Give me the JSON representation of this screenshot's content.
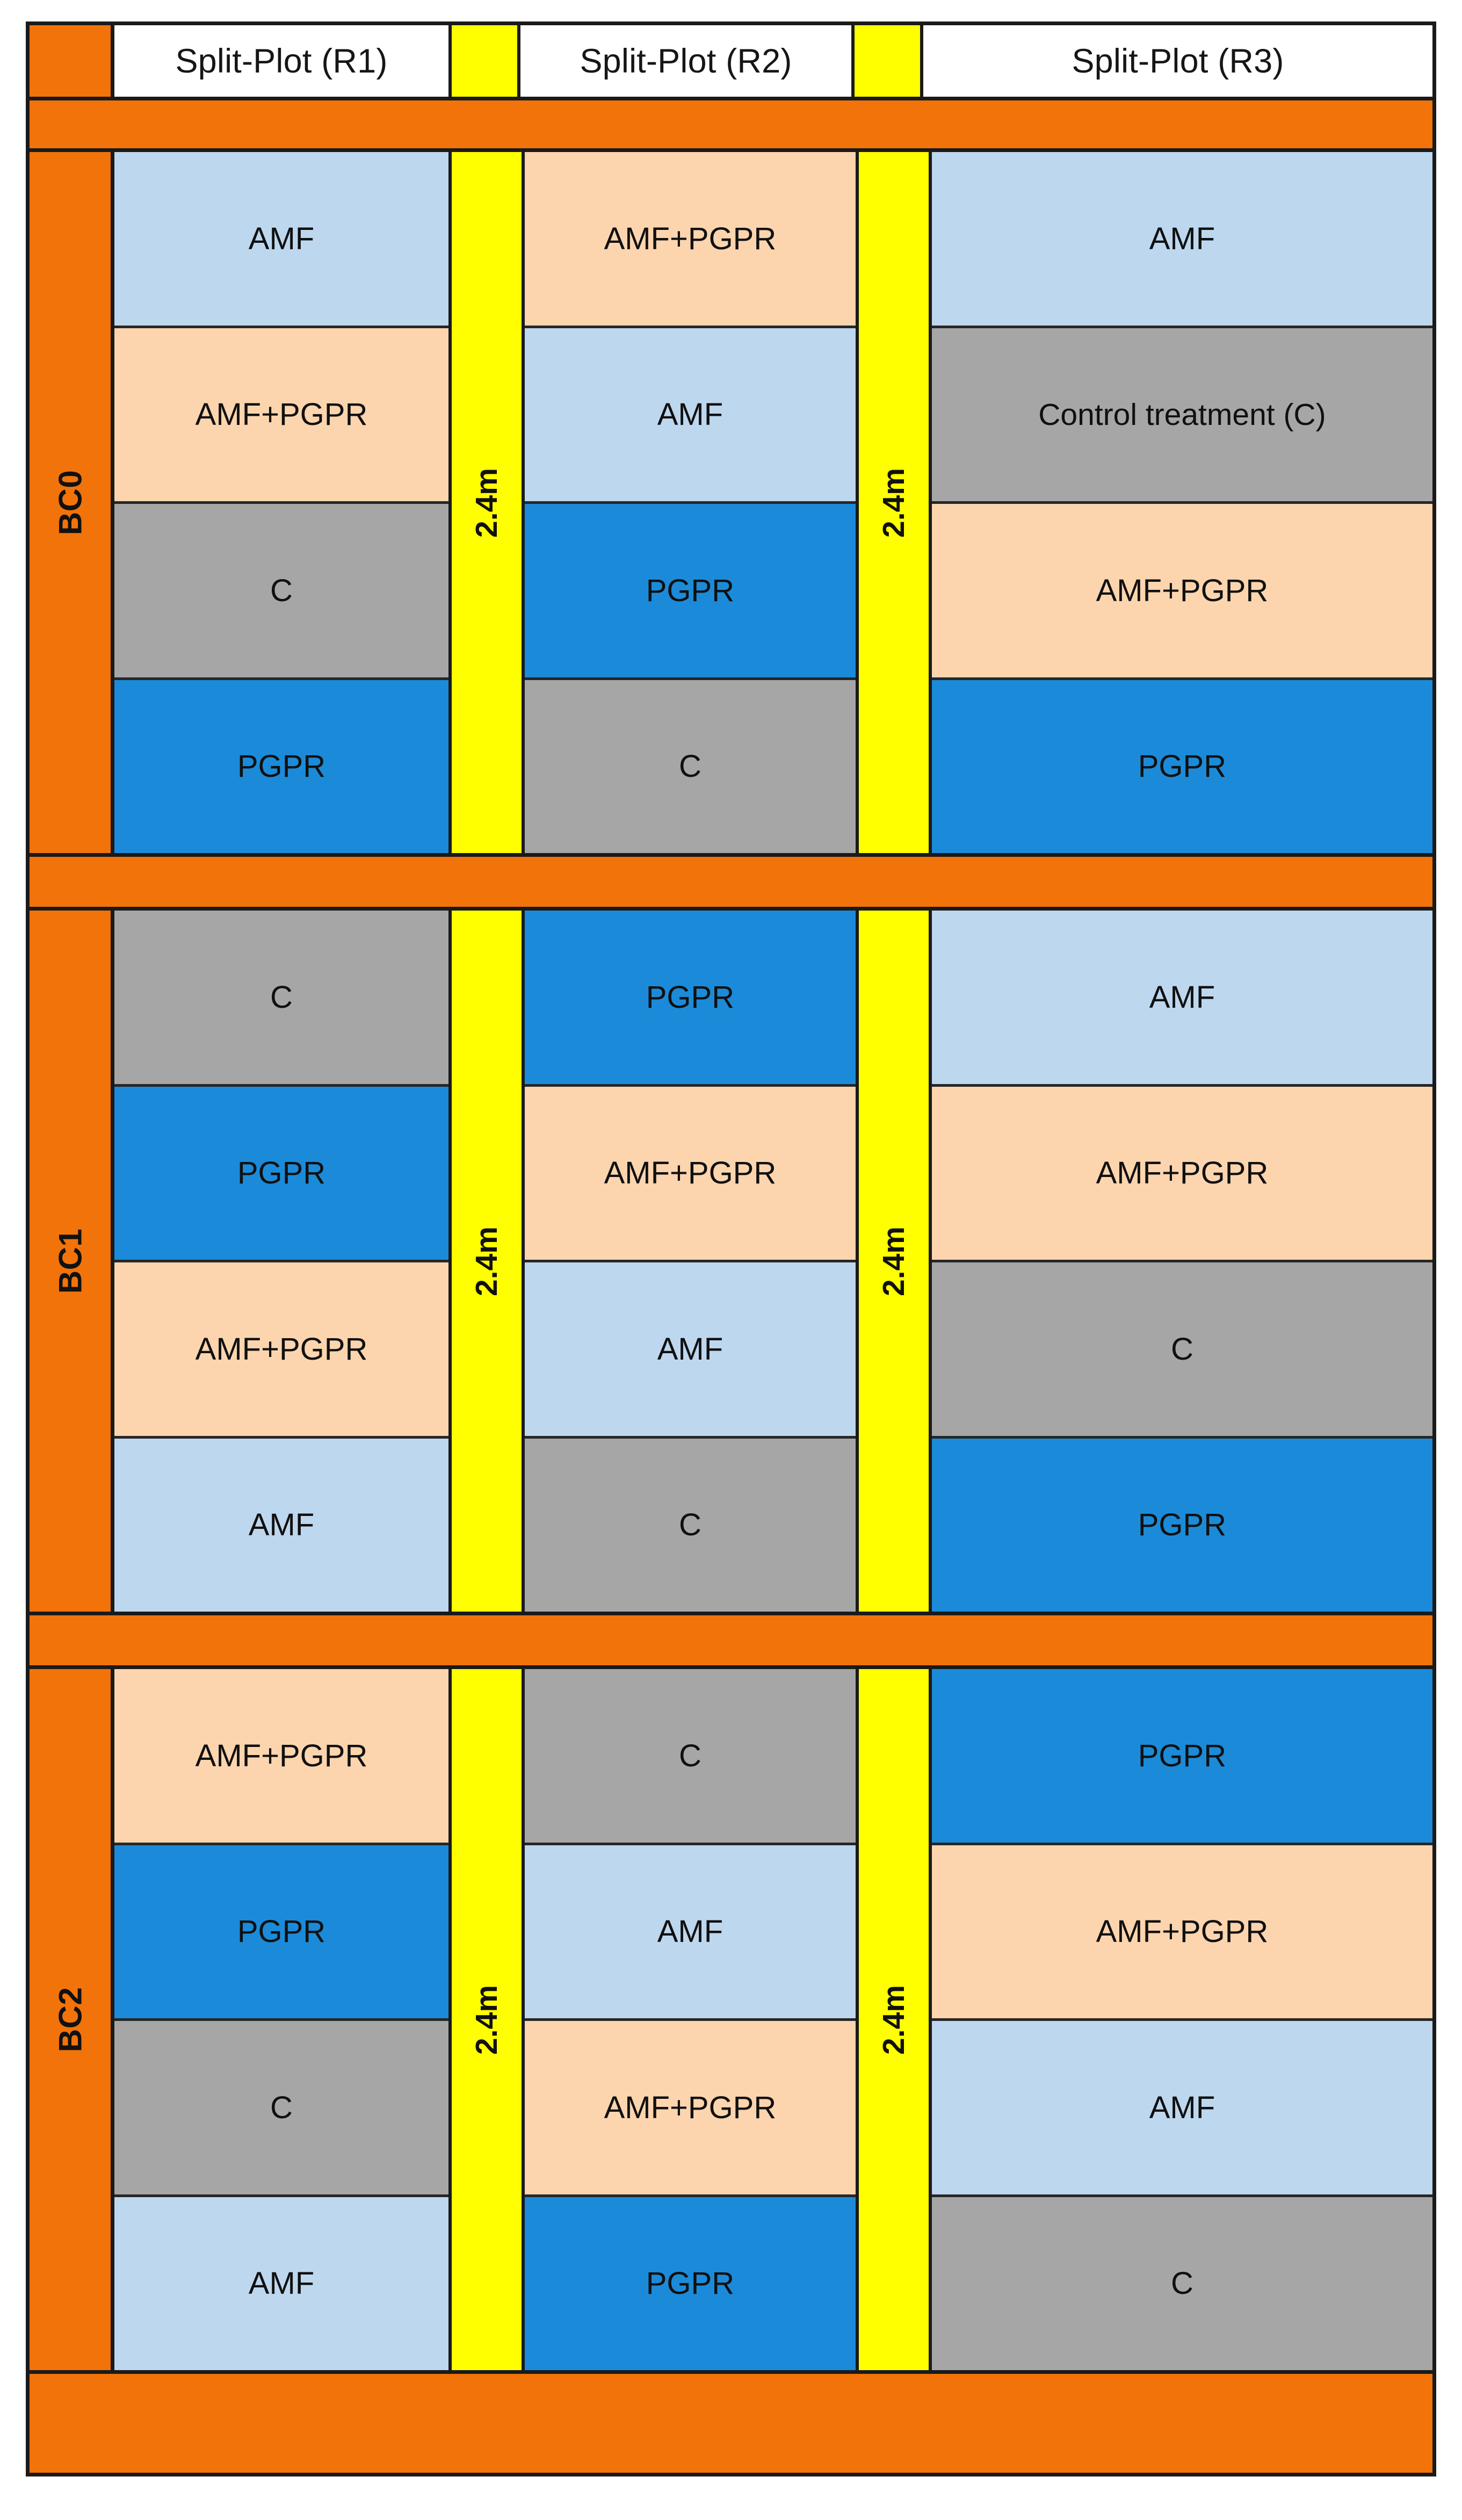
{
  "figure": {
    "kind": "split-plot-field-layout-diagram",
    "colors": {
      "orange_border": "#F2730A",
      "yellow_alley": "#FFFF00",
      "amf": "#BDD7EE",
      "amf_pgpr": "#FCD5AE",
      "control": "#A6A6A6",
      "pgpr": "#1B8BD9",
      "outline": "#1a1a1a",
      "header_background": "#FFFFFF"
    }
  },
  "header": {
    "replicates": [
      {
        "label": "Split-Plot (R1)"
      },
      {
        "label": "Split-Plot (R2)"
      },
      {
        "label": "Split-Plot (R3)"
      }
    ],
    "alley_label": "2.4m"
  },
  "blocks": [
    {
      "id": "BC0",
      "label": "BC0",
      "replicates": [
        {
          "id": "R1",
          "plots": [
            {
              "label": "AMF",
              "treatment": "amf"
            },
            {
              "label": "AMF+PGPR",
              "treatment": "amfpgpr"
            },
            {
              "label": "C",
              "treatment": "control"
            },
            {
              "label": "PGPR",
              "treatment": "pgpr"
            }
          ]
        },
        {
          "id": "R2",
          "plots": [
            {
              "label": "AMF+PGPR",
              "treatment": "amfpgpr"
            },
            {
              "label": "AMF",
              "treatment": "amf"
            },
            {
              "label": "PGPR",
              "treatment": "pgpr"
            },
            {
              "label": "C",
              "treatment": "control"
            }
          ]
        },
        {
          "id": "R3",
          "plots": [
            {
              "label": "AMF",
              "treatment": "amf"
            },
            {
              "label": "Control treatment (C)",
              "treatment": "control"
            },
            {
              "label": "AMF+PGPR",
              "treatment": "amfpgpr"
            },
            {
              "label": "PGPR",
              "treatment": "pgpr"
            }
          ]
        }
      ],
      "alleys": [
        "2.4m",
        "2.4m"
      ]
    },
    {
      "id": "BC1",
      "label": "BC1",
      "replicates": [
        {
          "id": "R1",
          "plots": [
            {
              "label": "C",
              "treatment": "control"
            },
            {
              "label": "PGPR",
              "treatment": "pgpr"
            },
            {
              "label": "AMF+PGPR",
              "treatment": "amfpgpr"
            },
            {
              "label": "AMF",
              "treatment": "amf"
            }
          ]
        },
        {
          "id": "R2",
          "plots": [
            {
              "label": "PGPR",
              "treatment": "pgpr"
            },
            {
              "label": "AMF+PGPR",
              "treatment": "amfpgpr"
            },
            {
              "label": "AMF",
              "treatment": "amf"
            },
            {
              "label": "C",
              "treatment": "control"
            }
          ]
        },
        {
          "id": "R3",
          "plots": [
            {
              "label": "AMF",
              "treatment": "amf"
            },
            {
              "label": "AMF+PGPR",
              "treatment": "amfpgpr"
            },
            {
              "label": "C",
              "treatment": "control"
            },
            {
              "label": "PGPR",
              "treatment": "pgpr"
            }
          ]
        }
      ],
      "alleys": [
        "2.4m",
        "2.4m"
      ]
    },
    {
      "id": "BC2",
      "label": "BC2",
      "replicates": [
        {
          "id": "R1",
          "plots": [
            {
              "label": "AMF+PGPR",
              "treatment": "amfpgpr"
            },
            {
              "label": "PGPR",
              "treatment": "pgpr"
            },
            {
              "label": "C",
              "treatment": "control"
            },
            {
              "label": "AMF",
              "treatment": "amf"
            }
          ]
        },
        {
          "id": "R2",
          "plots": [
            {
              "label": "C",
              "treatment": "control"
            },
            {
              "label": "AMF",
              "treatment": "amf"
            },
            {
              "label": "AMF+PGPR",
              "treatment": "amfpgpr"
            },
            {
              "label": "PGPR",
              "treatment": "pgpr"
            }
          ]
        },
        {
          "id": "R3",
          "plots": [
            {
              "label": "PGPR",
              "treatment": "pgpr"
            },
            {
              "label": "AMF+PGPR",
              "treatment": "amfpgpr"
            },
            {
              "label": "AMF",
              "treatment": "amf"
            },
            {
              "label": "C",
              "treatment": "control"
            }
          ]
        }
      ],
      "alleys": [
        "2.4m",
        "2.4m"
      ]
    }
  ]
}
